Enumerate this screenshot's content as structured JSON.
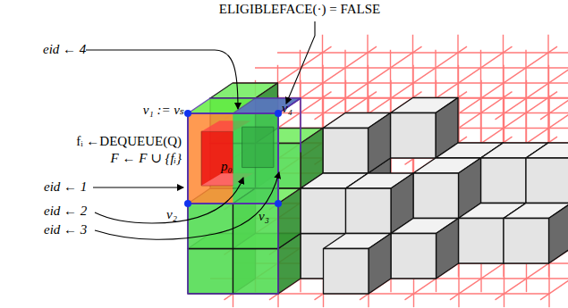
{
  "diagram": {
    "labels": [
      "ELIGIBLEFACE(·) = FALSE",
      "eid ← 4",
      "v₁ := vₛ",
      "v₄",
      "fᵢ ←DEQUEUE(Q)",
      "F ← F ∪ {fᵢ}",
      "eid ← 1",
      "eid ← 2",
      "eid ← 3",
      "v₂",
      "v₃",
      "p₀"
    ]
  }
}
